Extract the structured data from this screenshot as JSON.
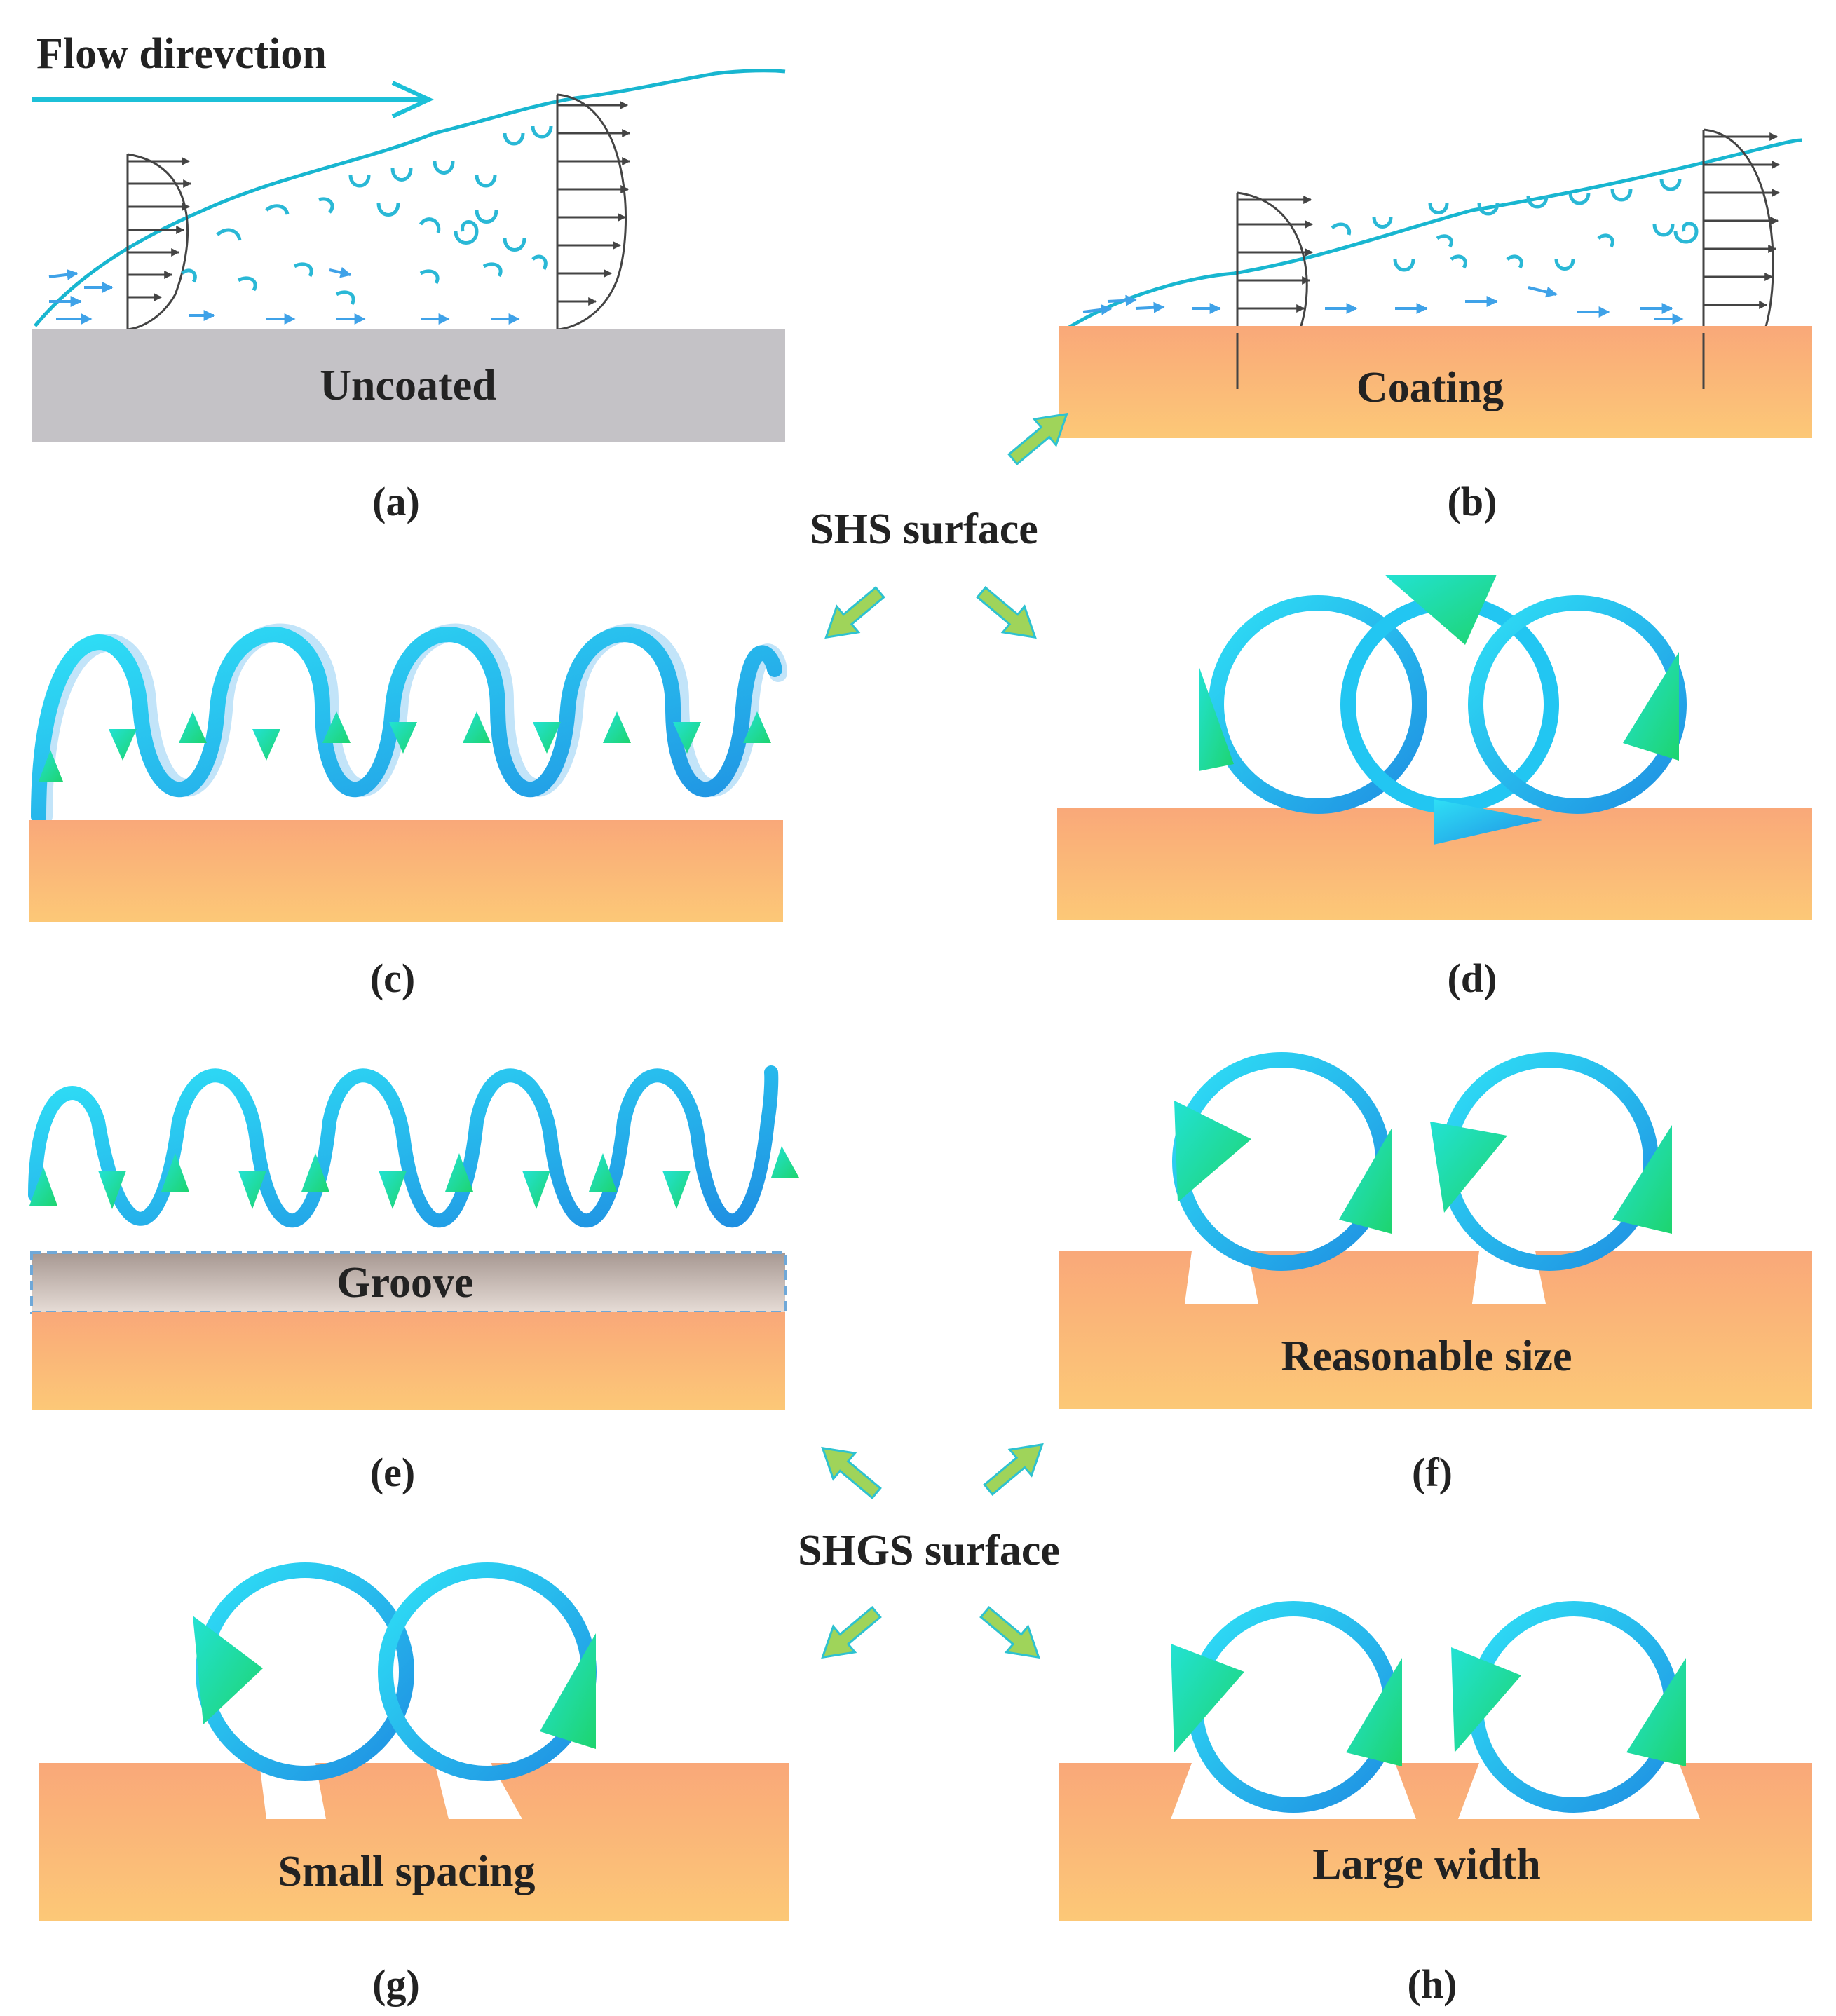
{
  "flow_direction": "Flow direvction",
  "panels": {
    "a": {
      "caption": "(a)",
      "surface": "Uncoated"
    },
    "b": {
      "caption": "(b)",
      "surface": "Coating"
    },
    "c": {
      "caption": "(c)"
    },
    "d": {
      "caption": "(d)"
    },
    "e": {
      "caption": "(e)",
      "surface": "Groove"
    },
    "f": {
      "caption": "(f)",
      "surface": "Reasonable size"
    },
    "g": {
      "caption": "(g)",
      "surface": "Small spacing"
    },
    "h": {
      "caption": "(h)",
      "surface": "Large width"
    }
  },
  "center": {
    "shs": "SHS surface",
    "shgs": "SHGS surface"
  },
  "colors": {
    "uncoated": "#c4c2c6",
    "coating_top": "#f9a879",
    "coating_bottom": "#fcc877",
    "groove_top": "#a79892",
    "groove_bottom": "#e6dcd6",
    "vortex": "#22c6f2",
    "vortex_dark": "#1f8fe2",
    "arrow_green": "#21d98a",
    "pointer_arrow": "#9fd45a",
    "pointer_outline": "#2dc2d0",
    "interface": "#18b6d0"
  }
}
